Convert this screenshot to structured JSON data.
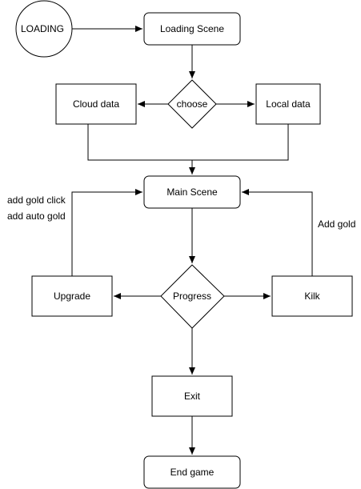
{
  "nodes": {
    "loading": "LOADING",
    "loading_scene": "Loading Scene",
    "choose": "choose",
    "cloud_data": "Cloud data",
    "local_data": "Local data",
    "main_scene": "Main Scene",
    "progress": "Progress",
    "upgrade": "Upgrade",
    "kilk": "Kilk",
    "exit": "Exit",
    "end_game": "End game"
  },
  "edge_labels": {
    "upgrade_line1": "add gold click",
    "upgrade_line2": "add auto gold",
    "kilk": "Add gold"
  },
  "colors": {
    "stroke": "#000000",
    "fill": "#ffffff"
  }
}
